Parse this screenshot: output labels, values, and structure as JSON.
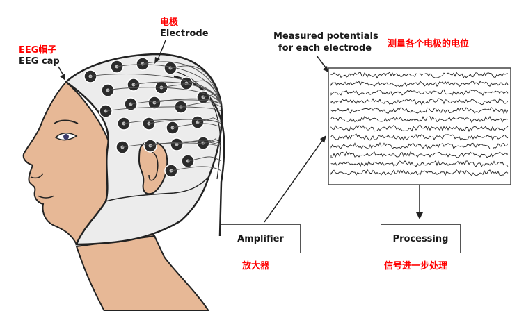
{
  "labels": {
    "cap_cn": "EEG帽子",
    "cap_en": "EEG cap",
    "electrode_cn": "电极",
    "electrode_en": "Electrode",
    "measured_en_1": "Measured potentials",
    "measured_en_2": "for each electrode",
    "measured_cn": "测量各个电极的电位",
    "amplifier_cn": "放大器",
    "processing_cn": "信号进一步处理"
  },
  "boxes": {
    "amplifier": "Amplifier",
    "processing": "Processing"
  },
  "colors": {
    "annotation_red": "#ff0000",
    "skin": "#e7b896",
    "cap": "#ececec",
    "electrode": "#2b2b2b",
    "outline": "#222222"
  },
  "electrode_count": 23,
  "eeg_trace_count": 12
}
